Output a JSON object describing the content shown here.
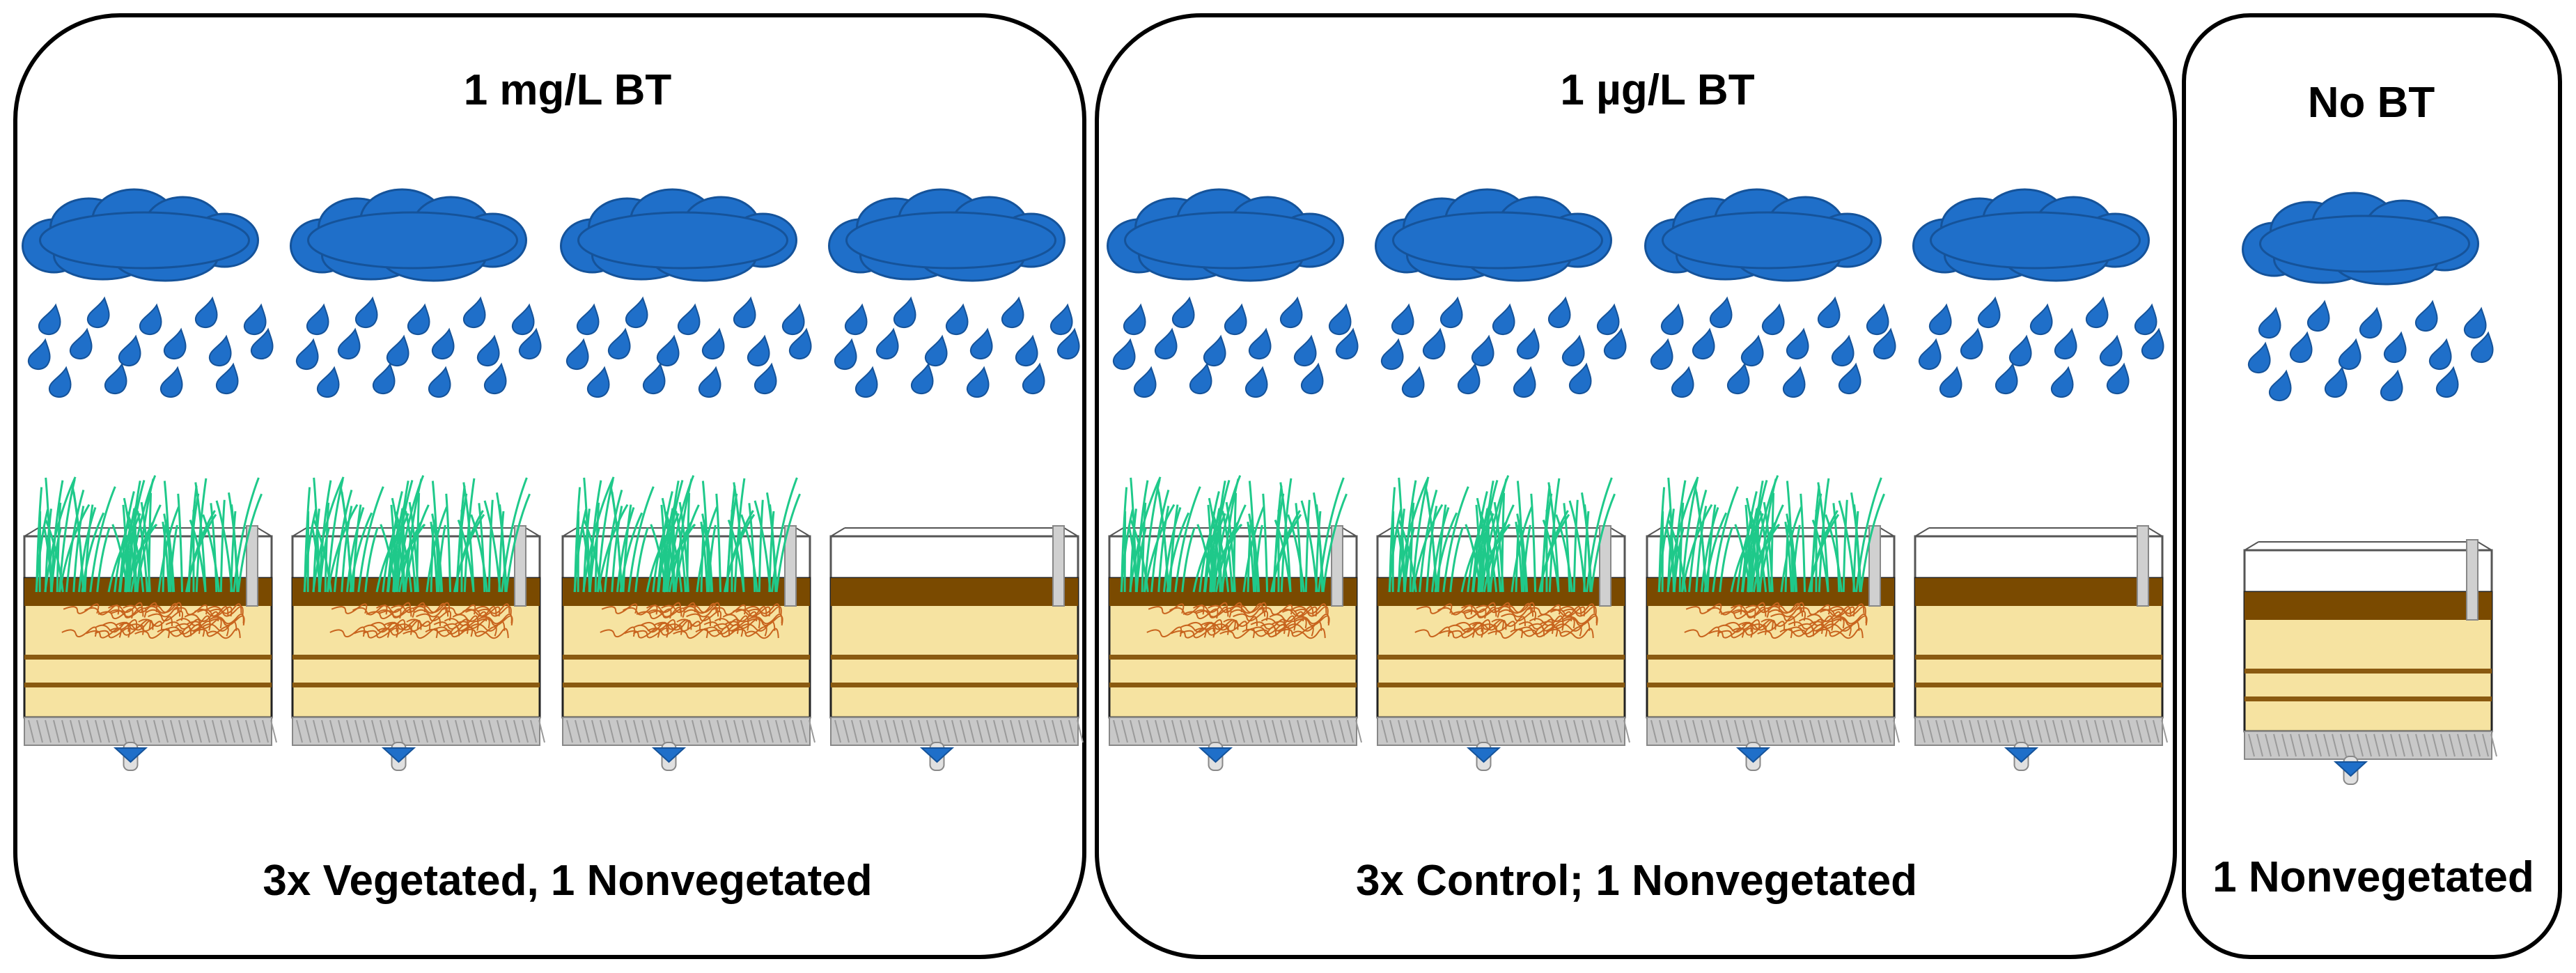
{
  "groups": [
    {
      "heading": "1 mg/L BT",
      "caption": "3x Vegetated, 1 Nonvegetated",
      "columns": [
        {
          "vegetated": true
        },
        {
          "vegetated": true
        },
        {
          "vegetated": true
        },
        {
          "vegetated": false
        }
      ]
    },
    {
      "heading": "1 µg/L BT",
      "caption": "3x Control; 1 Nonvegetated",
      "columns": [
        {
          "vegetated": true
        },
        {
          "vegetated": true
        },
        {
          "vegetated": true
        },
        {
          "vegetated": false
        }
      ]
    },
    {
      "heading": "No BT",
      "caption": "1 Nonvegetated",
      "columns": [
        {
          "vegetated": false
        }
      ]
    }
  ],
  "colors": {
    "cloud": "#1f6fc9",
    "cloud_edge": "#15539a",
    "drop": "#1f6fc9",
    "soil_top": "#7a4a00",
    "sand": "#f6e3a1",
    "sand_band": "#8a5a10",
    "gravel": "#c8c8c8",
    "grass": "#1fc98a",
    "roots": "#c8641e",
    "drain": "#1f6fc9",
    "outline": "#222222"
  },
  "icons": {
    "cloud": "rain-cloud-icon",
    "drop": "raindrop-icon",
    "grass": "grass-icon",
    "mesocosm": "soil-column-icon",
    "drain": "drain-valve-icon"
  }
}
